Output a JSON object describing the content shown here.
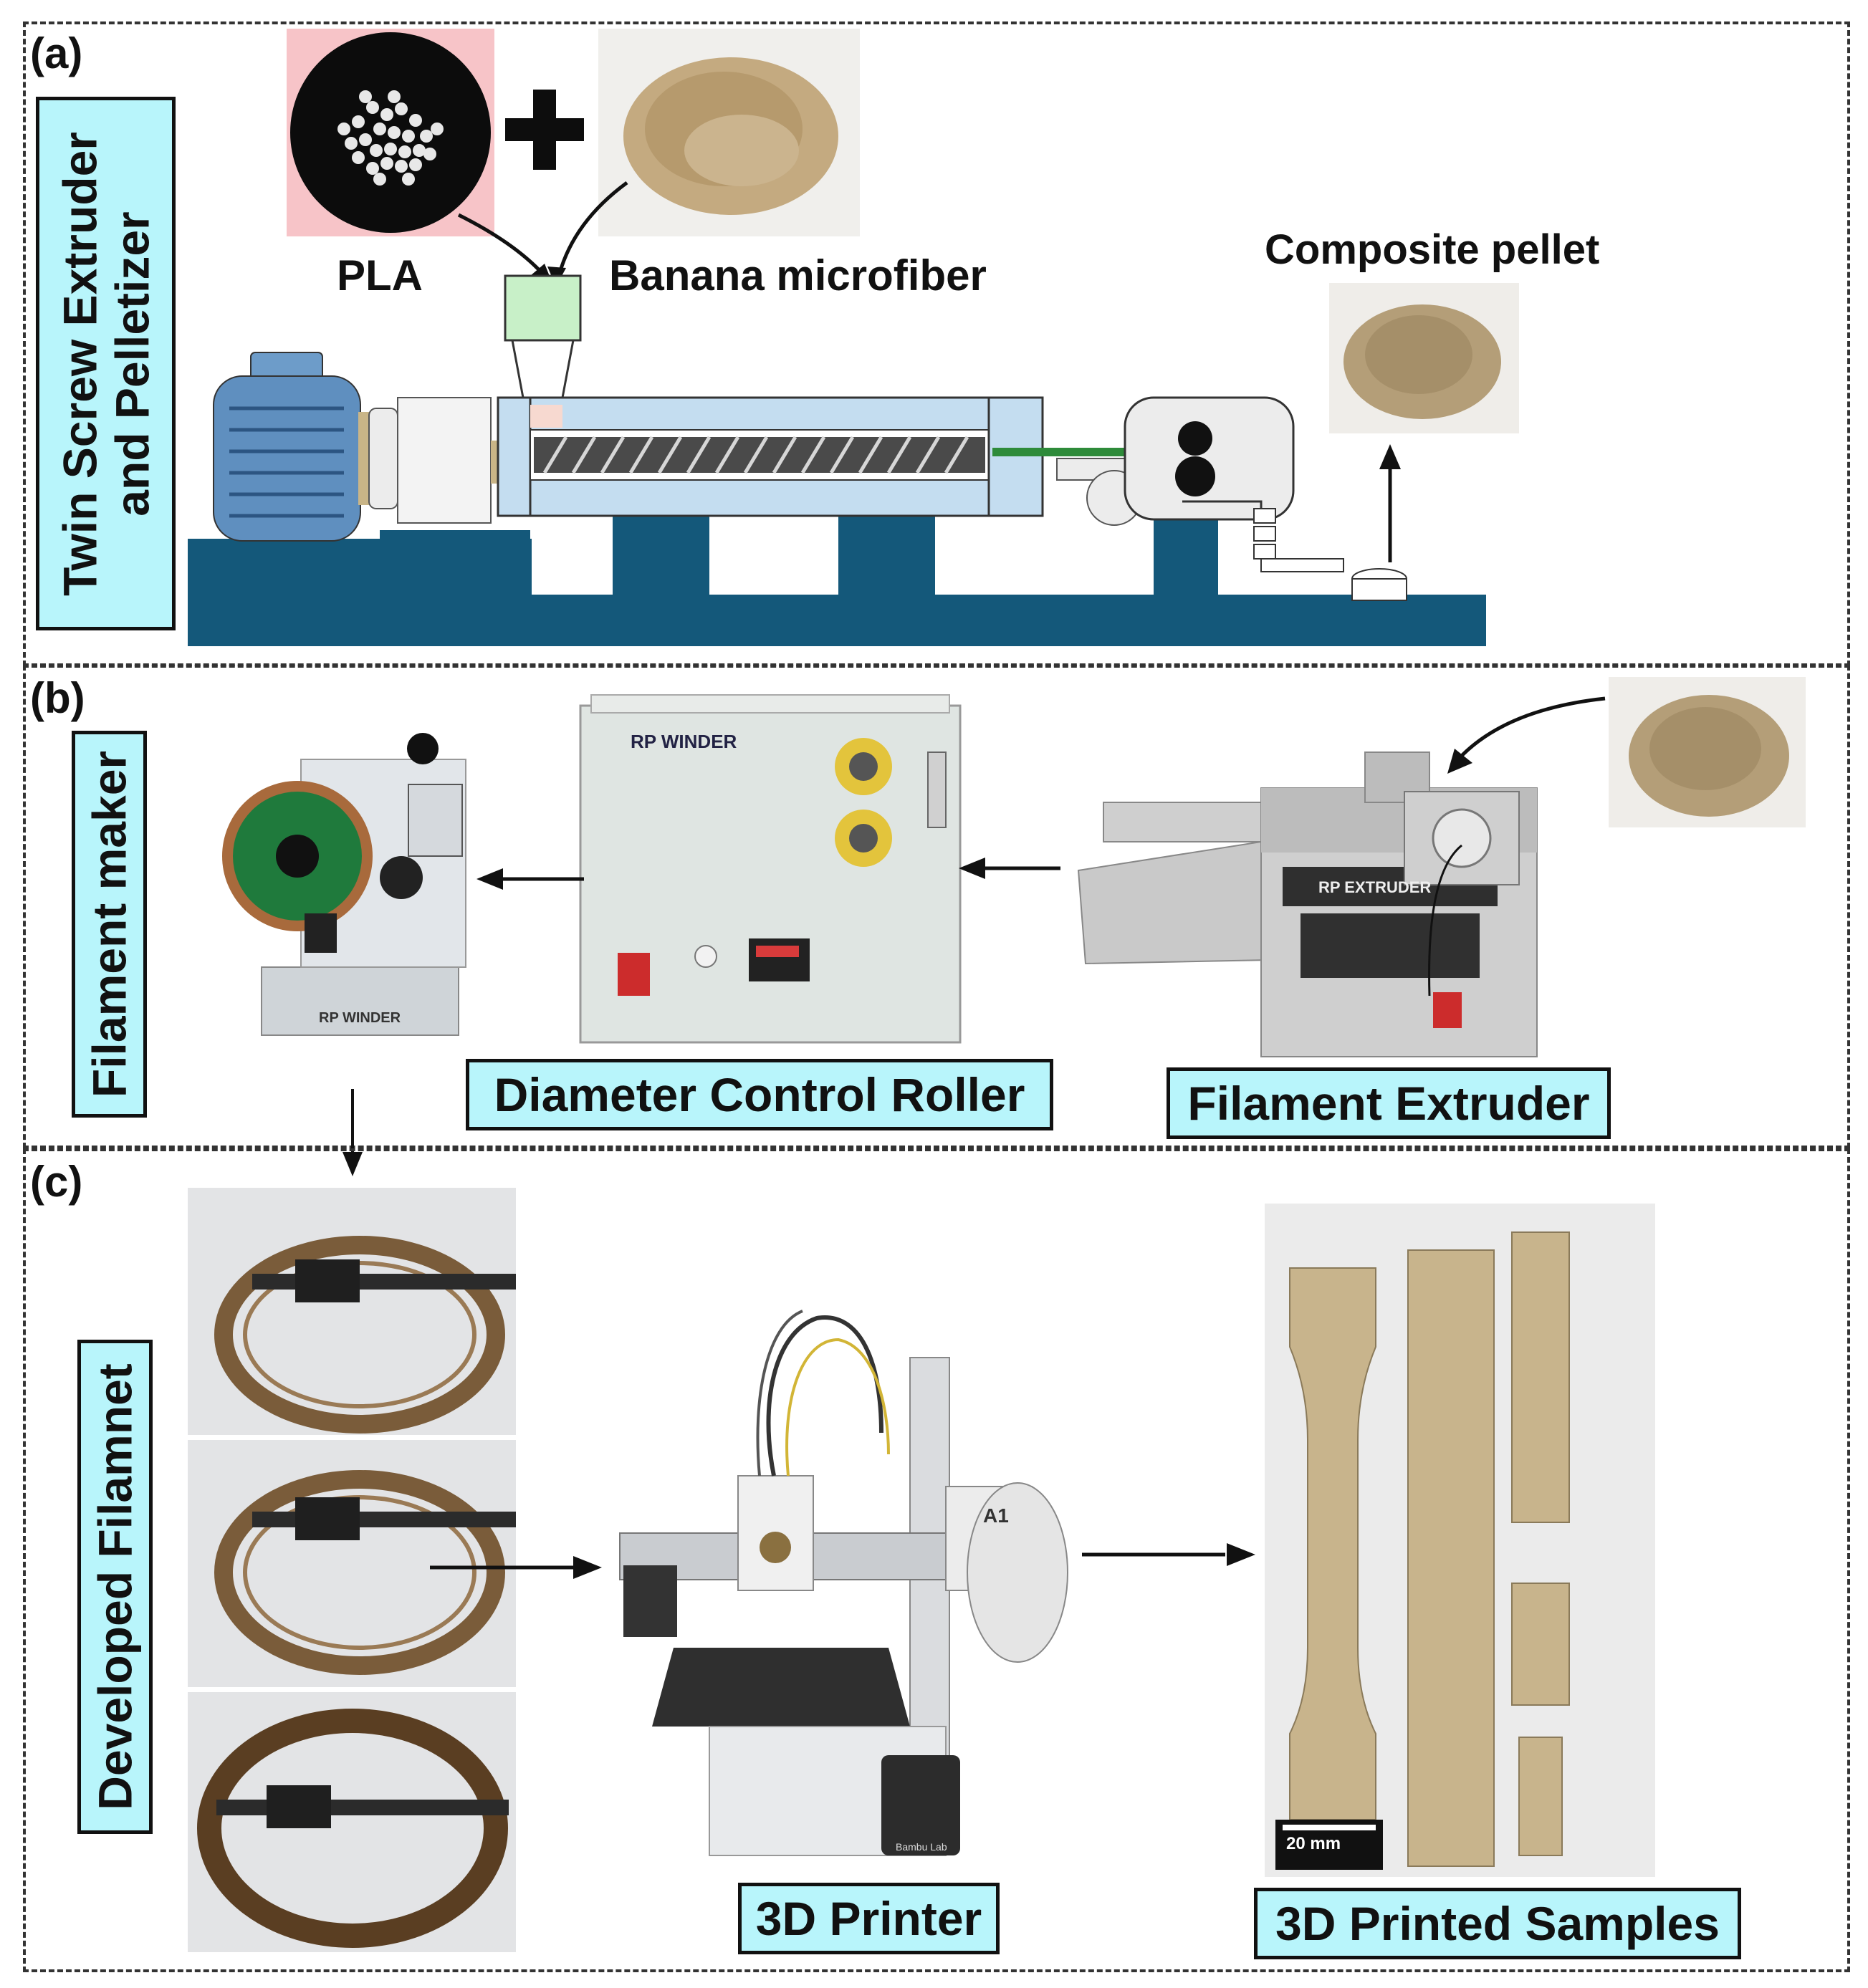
{
  "panels": [
    {
      "tag": "(a)",
      "side_label": [
        "Twin Screw Extruder",
        "and Pelletizer"
      ]
    },
    {
      "tag": "(b)",
      "side_label": [
        "Filament maker"
      ]
    },
    {
      "tag": "(c)",
      "side_label": [
        "Developed Filamnet"
      ]
    }
  ],
  "panel_a": {
    "pla_label": "PLA",
    "plus": "+",
    "fiber_label": "Banana microfiber",
    "pellet_label": "Composite pellet"
  },
  "panel_b": {
    "roller_caption": "Diameter Control Roller",
    "extruder_caption": "Filament Extruder",
    "winder_plate_small": "RP WINDER",
    "winder_plate_large": "RP WINDER",
    "extruder_plate": "RP EXTRUDER"
  },
  "panel_c": {
    "printer_caption": "3D Printer",
    "samples_caption": "3D Printed Samples",
    "scale_bar": "20 mm",
    "printer_brand": "Bambu Lab",
    "printer_model": "A1"
  },
  "colors": {
    "label_fill": "#b8f5fb",
    "machine_blue": "#c4ddf0",
    "base_teal": "#14587a",
    "filament_green": "#2e8b3a",
    "hopper_green": "#c8f0c8",
    "pla_bg": "#f7c4c8",
    "sample_tan": "#c8b48c"
  }
}
